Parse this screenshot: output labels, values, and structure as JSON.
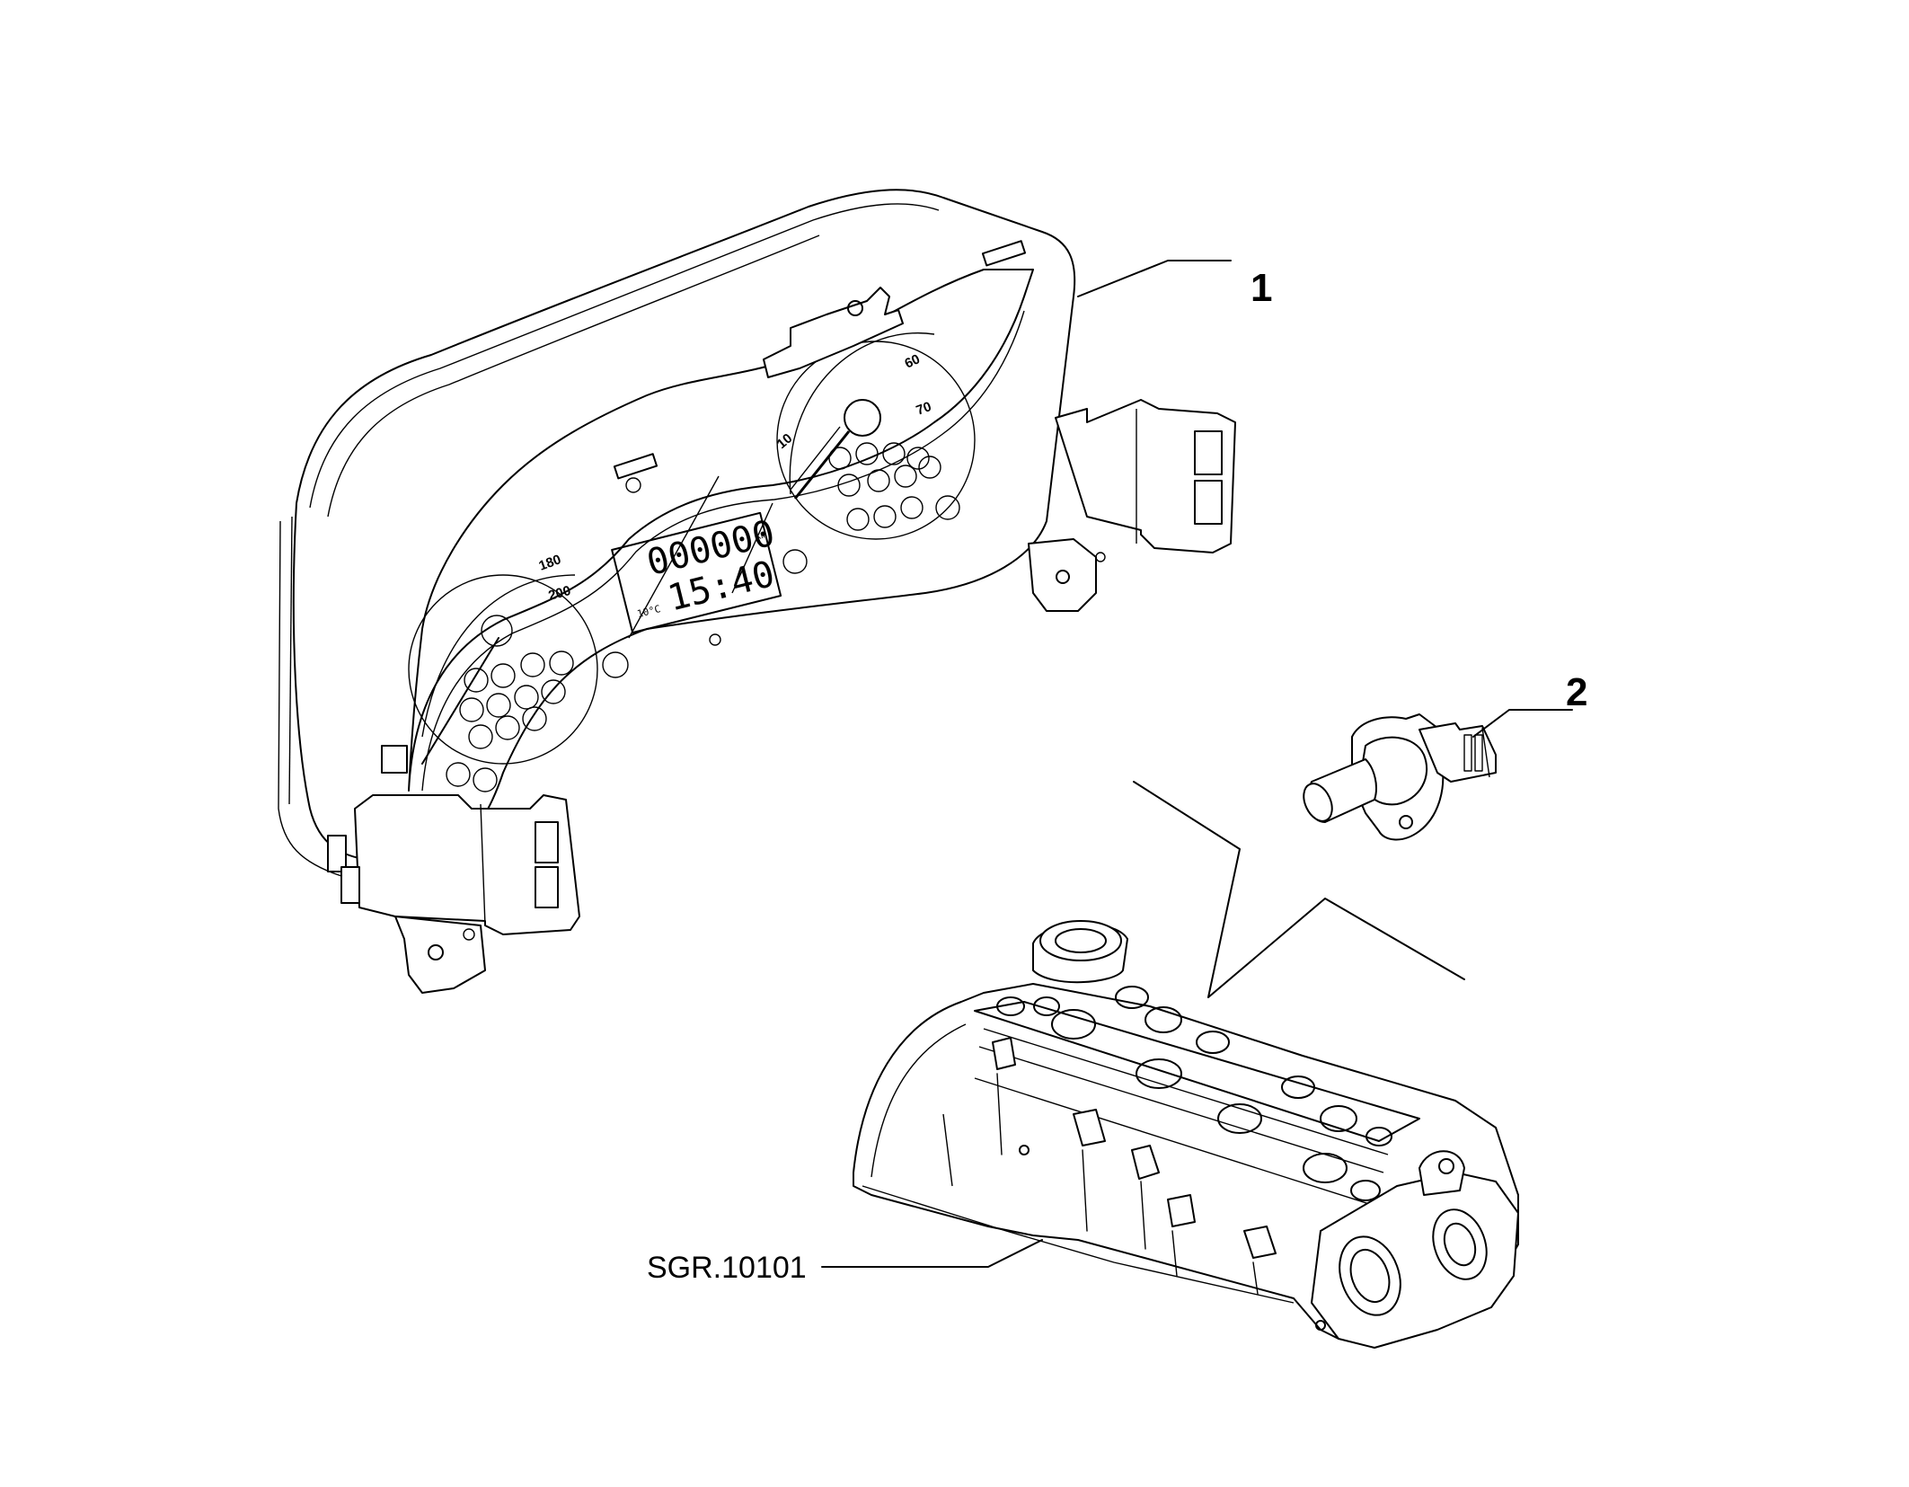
{
  "callouts": {
    "item_1": "1",
    "item_2": "2",
    "reference": "SGR.10101"
  },
  "cluster": {
    "lcd_odometer": "000000",
    "lcd_unit": "km",
    "lcd_temp": "10°C",
    "lcd_clock": "15:40",
    "left_gauge_labels": [
      "180",
      "200"
    ],
    "right_gauge_labels": [
      "10",
      "60",
      "70"
    ]
  }
}
